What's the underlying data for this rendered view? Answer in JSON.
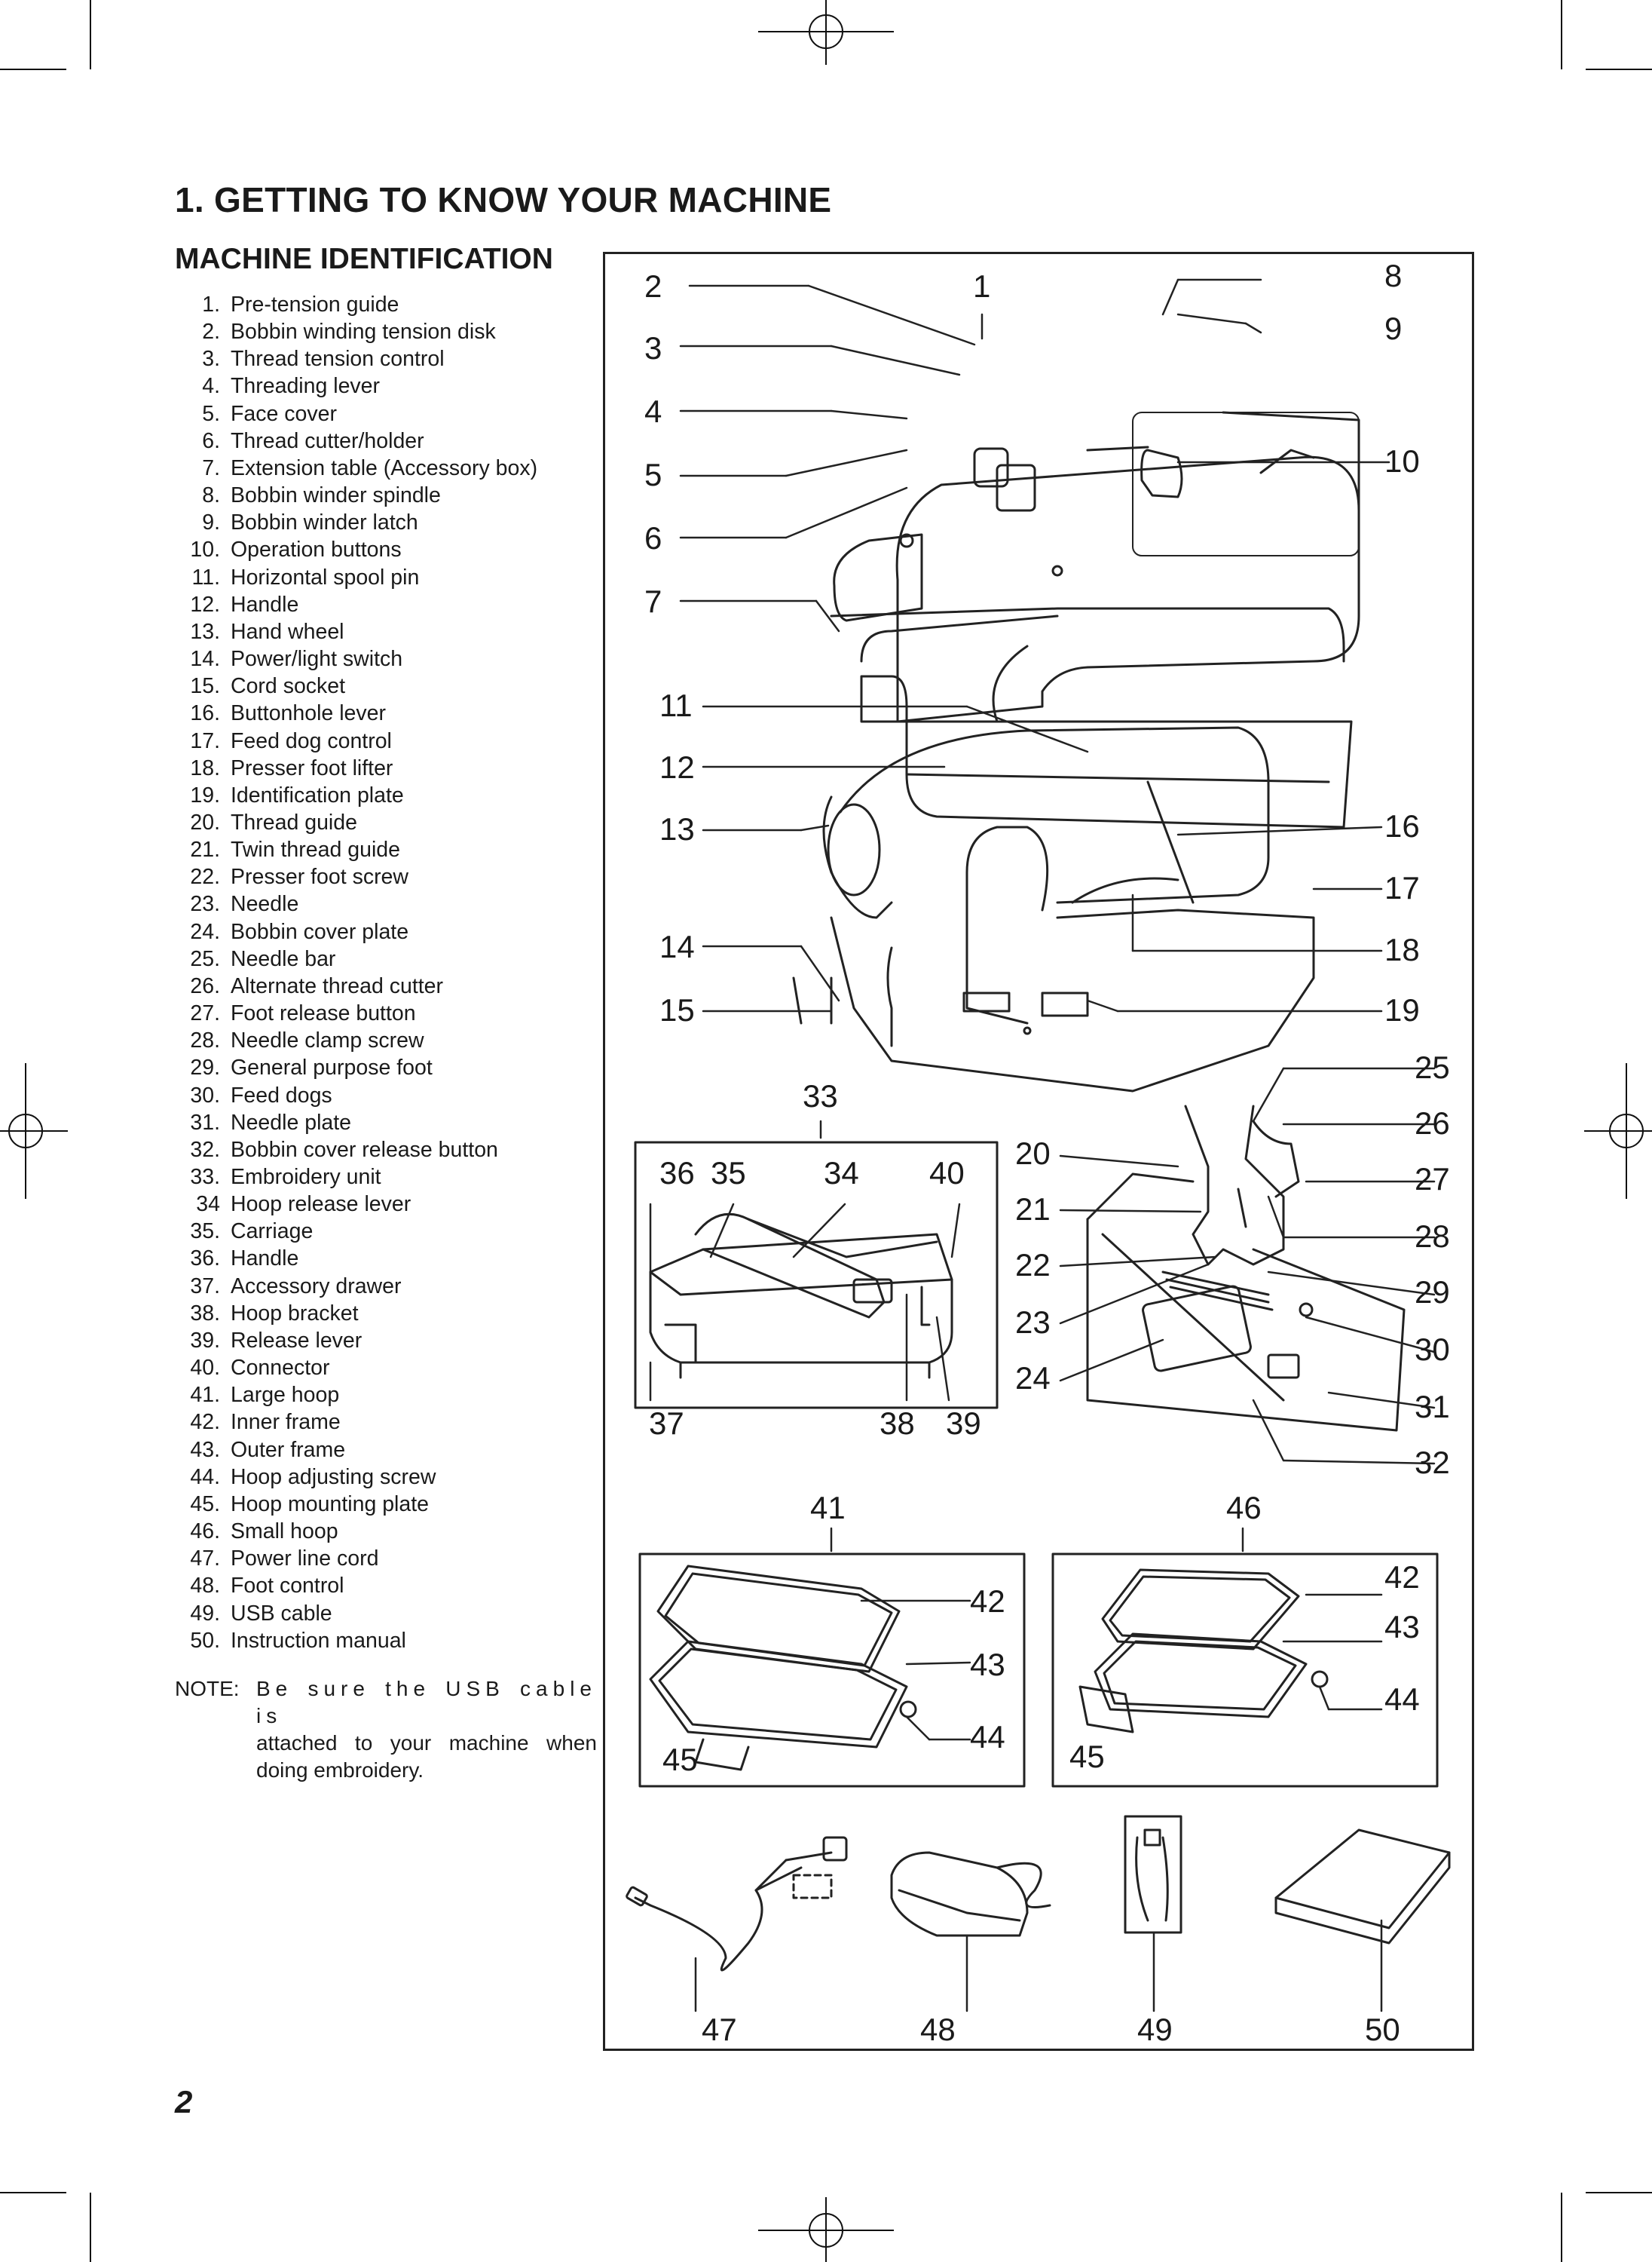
{
  "page": {
    "title": "1. GETTING TO KNOW YOUR MACHINE",
    "subtitle": "MACHINE IDENTIFICATION",
    "page_number": "2"
  },
  "parts": [
    {
      "num": "1.",
      "name": "Pre-tension guide"
    },
    {
      "num": "2.",
      "name": "Bobbin winding tension disk"
    },
    {
      "num": "3.",
      "name": "Thread tension control"
    },
    {
      "num": "4.",
      "name": "Threading lever"
    },
    {
      "num": "5.",
      "name": "Face cover"
    },
    {
      "num": "6.",
      "name": "Thread cutter/holder"
    },
    {
      "num": "7.",
      "name": "Extension table (Accessory box)"
    },
    {
      "num": "8.",
      "name": "Bobbin winder spindle"
    },
    {
      "num": "9.",
      "name": "Bobbin winder latch"
    },
    {
      "num": "10.",
      "name": "Operation buttons"
    },
    {
      "num": "11.",
      "name": "Horizontal spool pin"
    },
    {
      "num": "12.",
      "name": "Handle"
    },
    {
      "num": "13.",
      "name": "Hand wheel"
    },
    {
      "num": "14.",
      "name": "Power/light switch"
    },
    {
      "num": "15.",
      "name": "Cord socket"
    },
    {
      "num": "16.",
      "name": "Buttonhole lever"
    },
    {
      "num": "17.",
      "name": "Feed dog control"
    },
    {
      "num": "18.",
      "name": "Presser foot lifter"
    },
    {
      "num": "19.",
      "name": "Identification plate"
    },
    {
      "num": "20.",
      "name": "Thread guide"
    },
    {
      "num": "21.",
      "name": "Twin thread guide"
    },
    {
      "num": "22.",
      "name": "Presser foot screw"
    },
    {
      "num": "23.",
      "name": "Needle"
    },
    {
      "num": "24.",
      "name": "Bobbin cover plate"
    },
    {
      "num": "25.",
      "name": "Needle bar"
    },
    {
      "num": "26.",
      "name": "Alternate thread cutter"
    },
    {
      "num": "27.",
      "name": "Foot release button"
    },
    {
      "num": "28.",
      "name": "Needle clamp screw"
    },
    {
      "num": "29.",
      "name": "General purpose foot"
    },
    {
      "num": "30.",
      "name": "Feed dogs"
    },
    {
      "num": "31.",
      "name": "Needle plate"
    },
    {
      "num": "32.",
      "name": "Bobbin cover release button"
    },
    {
      "num": "33.",
      "name": "Embroidery unit"
    },
    {
      "num": "34",
      "name": "Hoop release lever"
    },
    {
      "num": "35.",
      "name": "Carriage"
    },
    {
      "num": "36.",
      "name": "Handle"
    },
    {
      "num": "37.",
      "name": "Accessory drawer"
    },
    {
      "num": "38.",
      "name": "Hoop bracket"
    },
    {
      "num": "39.",
      "name": "Release lever"
    },
    {
      "num": "40.",
      "name": "Connector"
    },
    {
      "num": "41.",
      "name": "Large hoop"
    },
    {
      "num": "42.",
      "name": "Inner frame"
    },
    {
      "num": "43.",
      "name": "Outer frame"
    },
    {
      "num": "44.",
      "name": "Hoop adjusting screw"
    },
    {
      "num": "45.",
      "name": "Hoop mounting plate"
    },
    {
      "num": "46.",
      "name": "Small hoop"
    },
    {
      "num": "47.",
      "name": "Power line cord"
    },
    {
      "num": "48.",
      "name": "Foot control"
    },
    {
      "num": "49.",
      "name": "USB cable"
    },
    {
      "num": "50.",
      "name": "Instruction manual"
    }
  ],
  "note": {
    "label": "NOTE:",
    "line1": "Be sure the USB cable is",
    "rest": "attached to your machine when doing embroidery."
  },
  "callouts": [
    "2",
    "1",
    "8",
    "9",
    "3",
    "4",
    "10",
    "5",
    "6",
    "7",
    "11",
    "12",
    "13",
    "16",
    "17",
    "14",
    "18",
    "15",
    "19",
    "33",
    "25",
    "26",
    "36",
    "35",
    "34",
    "40",
    "20",
    "27",
    "21",
    "28",
    "22",
    "29",
    "23",
    "30",
    "24",
    "31",
    "37",
    "38",
    "39",
    "32",
    "41",
    "46",
    "42",
    "42",
    "43",
    "43",
    "44",
    "44",
    "45",
    "45",
    "47",
    "48",
    "49",
    "50"
  ]
}
